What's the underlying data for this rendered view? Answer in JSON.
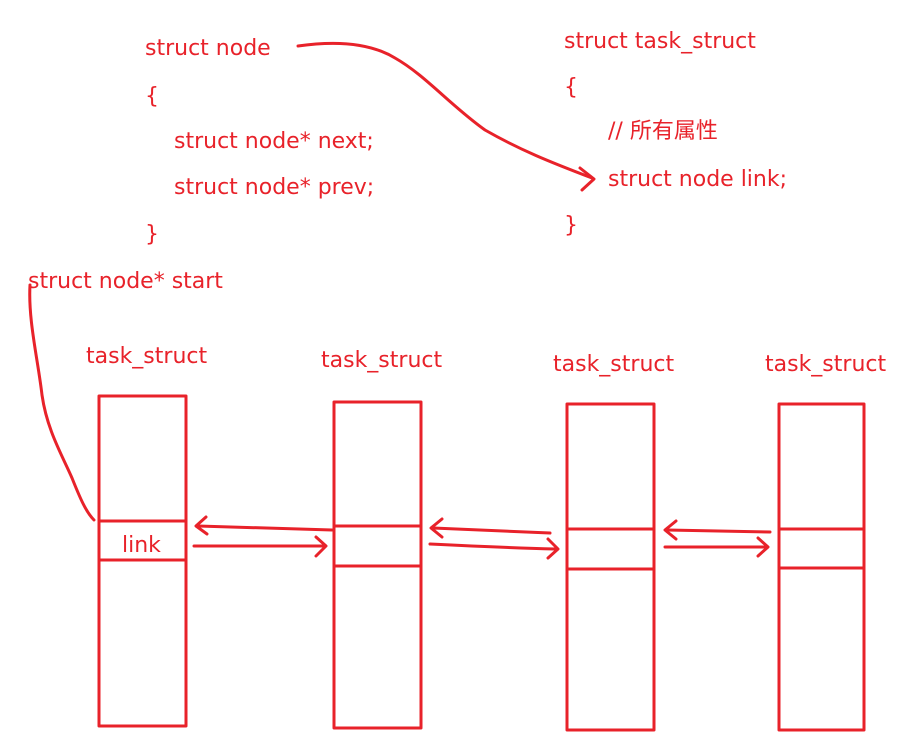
{
  "node_struct": {
    "header": "struct node",
    "open_brace": "{",
    "field_next": "struct node* next;",
    "field_prev": "struct node* prev;",
    "close_brace": "}"
  },
  "task_struct_def": {
    "header": "struct task_struct",
    "open_brace": "{",
    "comment": "// 所有属性",
    "field_link": "struct node link;",
    "close_brace": "}"
  },
  "start_pointer": "struct node* start",
  "blocks": [
    {
      "label": "task_struct",
      "link_label": "link"
    },
    {
      "label": "task_struct",
      "link_label": ""
    },
    {
      "label": "task_struct",
      "link_label": ""
    },
    {
      "label": "task_struct",
      "link_label": ""
    }
  ],
  "colors": {
    "ink": "#e8222a"
  }
}
